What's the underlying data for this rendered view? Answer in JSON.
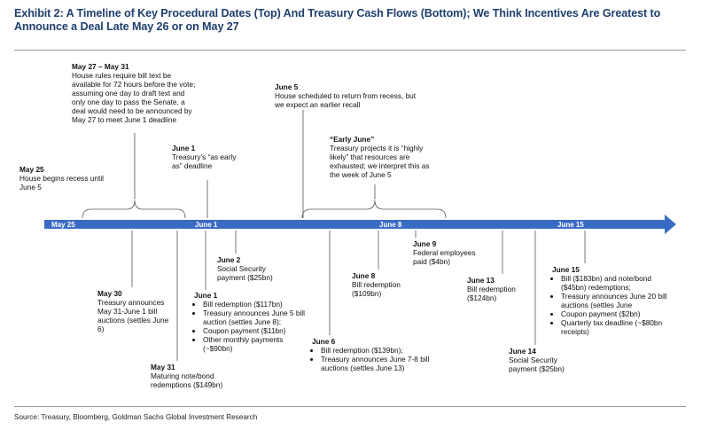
{
  "title": "Exhibit 2: A Timeline of Key Procedural Dates (Top) And Treasury Cash Flows (Bottom); We Think Incentives Are Greatest to Announce a Deal Late May 26 or on May 27",
  "axis_ticks": [
    "May 25",
    "June 1",
    "June 8",
    "June 15"
  ],
  "colors": {
    "timeline": "#3a6bc4",
    "title": "#1f3f6e"
  },
  "top_events": {
    "may25": {
      "date": "May 25",
      "text": "House begins recess until June 5"
    },
    "may27_31": {
      "date": "May 27 – May 31",
      "text": "House rules require bill text be available for 72 hours before the vote; assuming one day to draft text and only one day to pass the Senate, a deal would need to be announced by May 27 to meet June 1 deadline"
    },
    "june1": {
      "date": "June 1",
      "text": "Treasury’s “as early as” deadline"
    },
    "june5": {
      "date": "June 5",
      "text": "House scheduled to return from recess, but we expect an earlier recall"
    },
    "early_june": {
      "date": "“Early June”",
      "text": "Treasury projects it is “highly likely” that resources are exhausted; we interpret this as the week of June 5"
    }
  },
  "bottom_events": {
    "may30": {
      "date": "May 30",
      "text": "Treasury announces May 31-June 1 bill auctions (settles June 6)"
    },
    "may31": {
      "date": "May 31",
      "text": "Maturing note/bond redemptions ($149bn)"
    },
    "june1": {
      "date": "June 1",
      "items": [
        "Bill redemption ($117bn)",
        "Treasury announces June 5 bill auction (settles June 8);",
        "Coupon payment ($11bn)",
        "Other monthly payments (~$90bn)"
      ]
    },
    "june2": {
      "date": "June 2",
      "text": "Social Security payment ($25bn)"
    },
    "june6": {
      "date": "June 6",
      "items": [
        "Bill redemption ($139bn);",
        "Treasury announces June 7-8 bill auctions (settles June 13)"
      ]
    },
    "june8": {
      "date": "June 8",
      "text": "Bill redemption ($109bn)"
    },
    "june9": {
      "date": "June 9",
      "text": "Federal employees paid ($4bn)"
    },
    "june13": {
      "date": "June 13",
      "text": "Bill redemption ($124bn)"
    },
    "june14": {
      "date": "June 14",
      "text": "Social Security payment ($25bn)"
    },
    "june15": {
      "date": "June 15",
      "items": [
        "Bill ($183bn) and note/bond ($45bn) redemptions;",
        "Treasury announces June 20 bill auctions (settles June",
        "Coupon payment ($2bn)",
        "Quarterly tax deadline (~$80bn receipts)"
      ]
    }
  },
  "source": "Source: Treasury, Bloomberg, Goldman Sachs Global Investment Research"
}
